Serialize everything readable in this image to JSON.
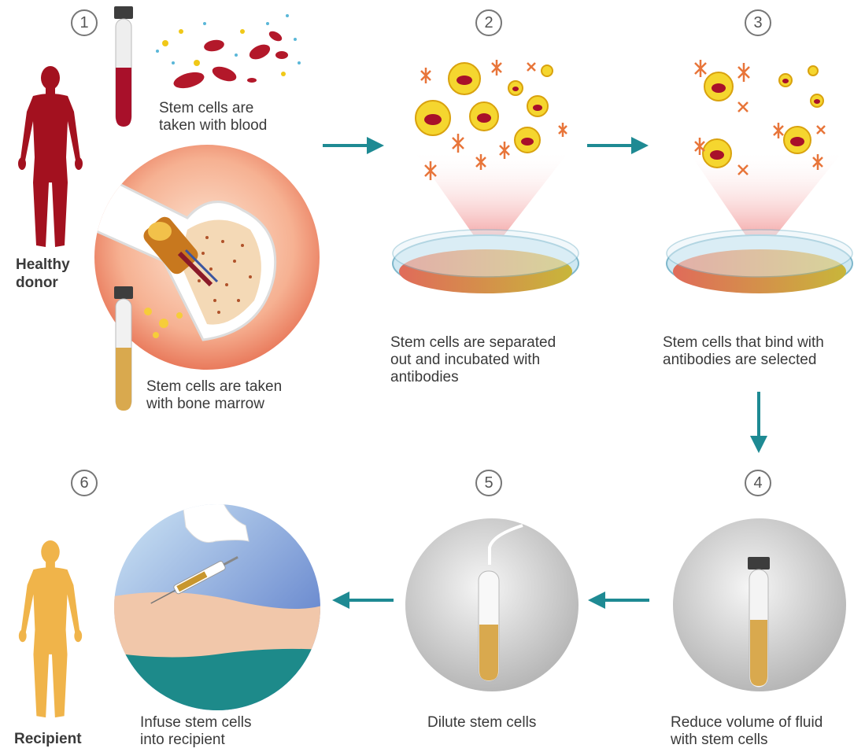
{
  "steps": {
    "s1": {
      "num": "1",
      "blood_caption": "Stem cells are\ntaken with blood",
      "marrow_caption": "Stem cells are taken\nwith bone marrow"
    },
    "s2": {
      "num": "2",
      "caption": "Stem cells are separated\nout and incubated with\nantibodies"
    },
    "s3": {
      "num": "3",
      "caption": "Stem cells that bind with\nantibodies are selected"
    },
    "s4": {
      "num": "4",
      "caption": "Reduce volume of fluid\nwith stem cells"
    },
    "s5": {
      "num": "5",
      "caption": "Dilute stem cells"
    },
    "s6": {
      "num": "6",
      "caption": "Infuse stem cells\ninto recipient"
    }
  },
  "donor_label": "Healthy\ndonor",
  "recipient_label": "Recipient",
  "colors": {
    "arrow": "#1e8a93",
    "donor": "#a3111f",
    "recipient": "#f0b44a",
    "blood": "#a8102a",
    "marrow_fluid": "#d9a94e"
  }
}
